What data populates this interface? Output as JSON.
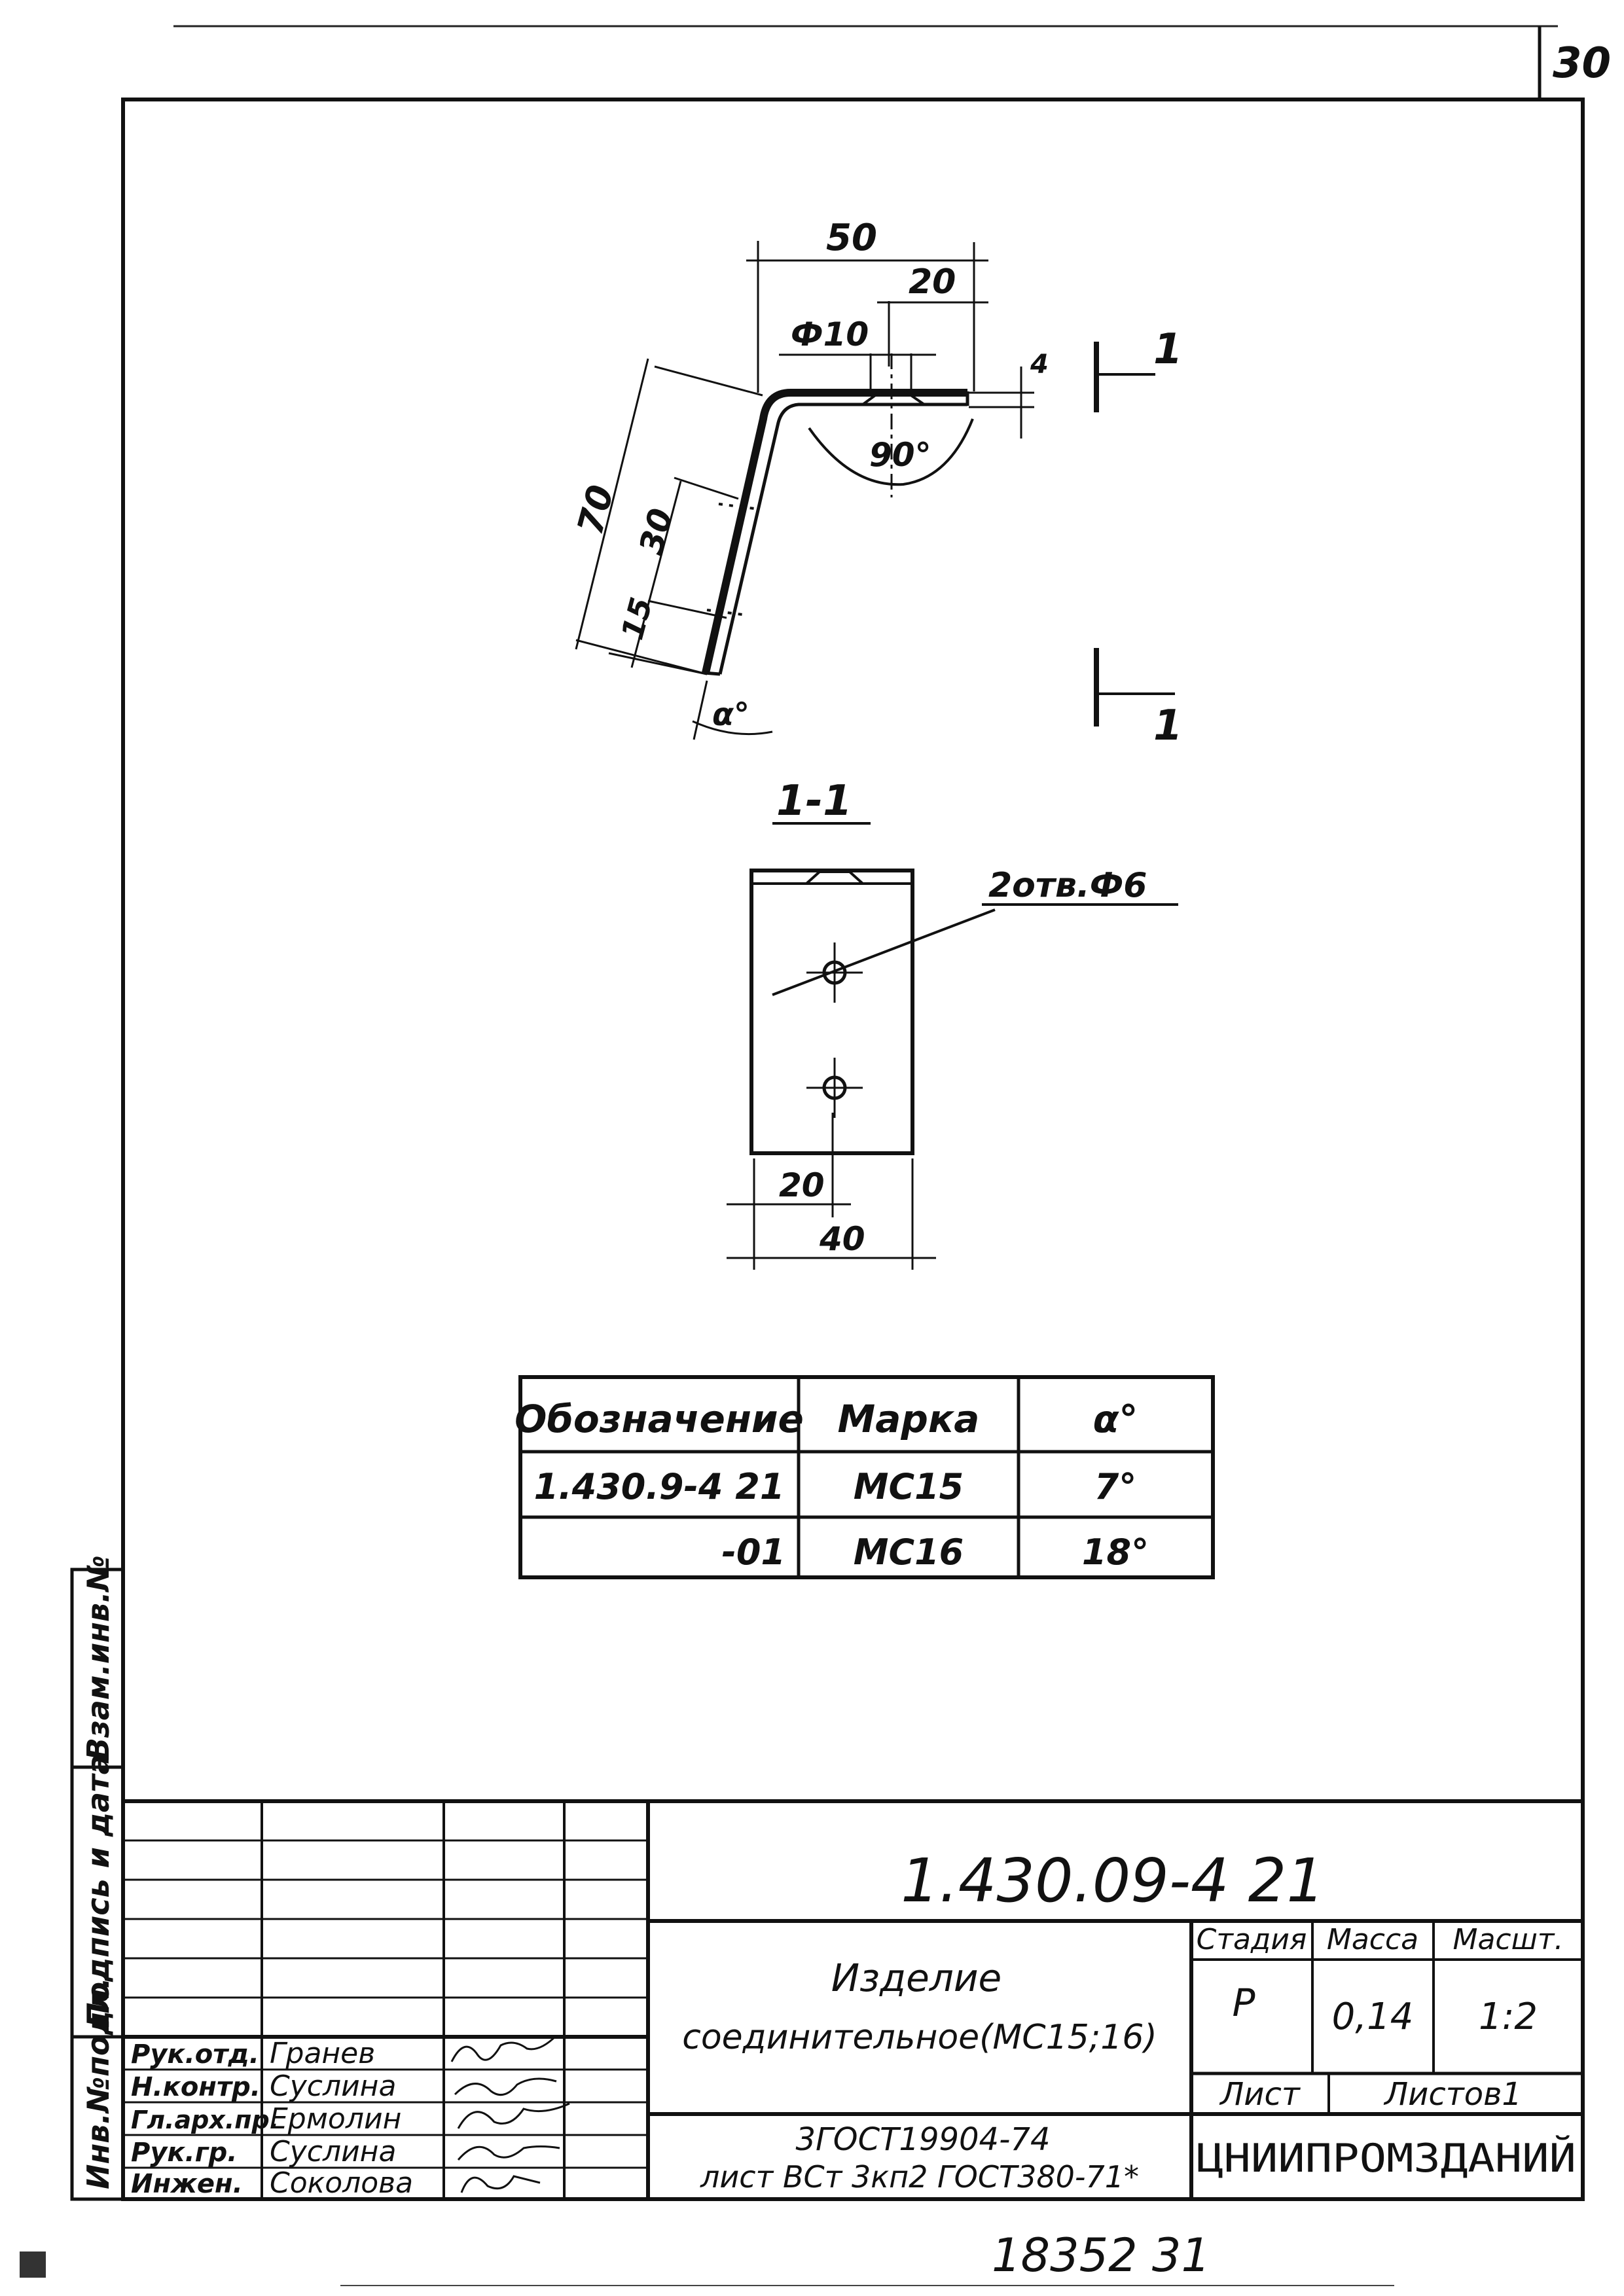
{
  "page_number": "30",
  "drawing": {
    "dim_50": "50",
    "dim_20_top": "20",
    "dim_d10": "Ф10",
    "dim_4": "4",
    "dim_90": "90°",
    "dim_70": "70",
    "dim_30": "30",
    "dim_15": "15",
    "alpha": "α°",
    "section_mark_top": "1",
    "section_mark_bottom": "1",
    "section_title": "1-1",
    "holes_label": "2отв.Ф6",
    "dim_20_bottom": "20",
    "dim_40": "40"
  },
  "spec_table": {
    "headers": [
      "Обозначение",
      "Марка",
      "α°"
    ],
    "rows": [
      [
        "1.430.9-4 21",
        "МС15",
        "7°"
      ],
      [
        "-01",
        "МС16",
        "18°"
      ]
    ]
  },
  "side_stamp": {
    "inv_podl": "Инв.№подл.",
    "podp_data": "Подпись и дата",
    "vzam_inv": "Взам.инв.№"
  },
  "title_block": {
    "code": "1.430.09-4 21",
    "name_line1": "Изделие",
    "name_line2": "соединительное(МС15;16)",
    "material_line1": "3ГОСТ19904-74",
    "material_line2": "лист ВСт 3кп2 ГОСТ380-71*",
    "stage_header": "Стадия",
    "mass_header": "Масса",
    "scale_header": "Масшт.",
    "stage": "Р",
    "mass": "0,14",
    "scale": "1:2",
    "sheet_label": "Лист",
    "sheets_label": "Листов1",
    "org": "ЦНИИПРОМЗДАНИЙ",
    "staff": [
      {
        "role": "Рук.отд.",
        "name": "Гранев"
      },
      {
        "role": "Н.контр.",
        "name": "Суслина"
      },
      {
        "role": "Гл.арх.пр.",
        "name": "Ермолин"
      },
      {
        "role": "Рук.гр.",
        "name": "Суслина"
      },
      {
        "role": "Инжен.",
        "name": "Соколова"
      }
    ]
  },
  "bottom_number": "18352 31"
}
